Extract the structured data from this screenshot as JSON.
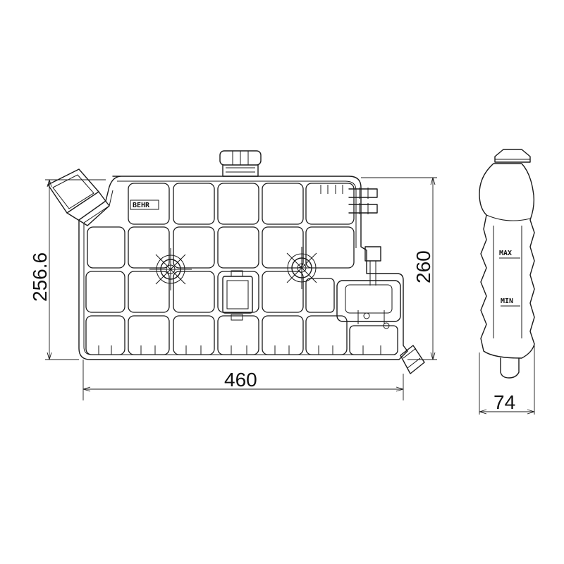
{
  "drawing": {
    "brand_mark": "BEHR",
    "dimensions": {
      "length": "460",
      "height": "260",
      "height_left": "256.6",
      "depth": "74"
    },
    "level_marks": {
      "max": "MAX",
      "min": "MIN"
    }
  }
}
